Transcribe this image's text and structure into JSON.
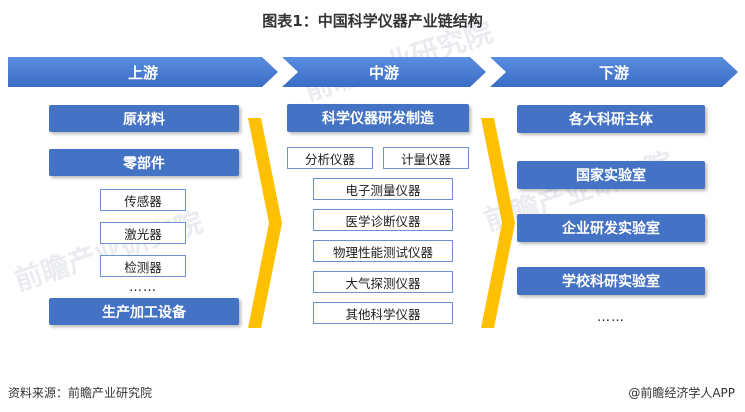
{
  "title": "图表1：中国科学仪器产业链结构",
  "columns": {
    "upstream": "上游",
    "midstream": "中游",
    "downstream": "下游"
  },
  "upstream": {
    "raw_materials": "原材料",
    "components": "零部件",
    "component_items": [
      "传感器",
      "激光器",
      "检测器"
    ],
    "component_more": "……",
    "equipment": "生产加工设备"
  },
  "midstream": {
    "header": "科学仪器研发制造",
    "pair": [
      "分析仪器",
      "计量仪器"
    ],
    "items": [
      "电子测量仪器",
      "医学诊断仪器",
      "物理性能测试仪器",
      "大气探测仪器",
      "其他科学仪器"
    ]
  },
  "downstream": {
    "header": "各大科研主体",
    "items": [
      "国家实验室",
      "企业研发实验室",
      "学校科研实验室"
    ],
    "more": "……"
  },
  "footer": {
    "source": "资料来源：前瞻产业研究院",
    "brand": "@前瞻经济学人APP"
  },
  "watermark": "前瞻产业研究院",
  "colors": {
    "banner": "#4472c4",
    "box_blue": "#4472c4",
    "chevron": "#ffc000",
    "border": "#6e8fd0"
  }
}
